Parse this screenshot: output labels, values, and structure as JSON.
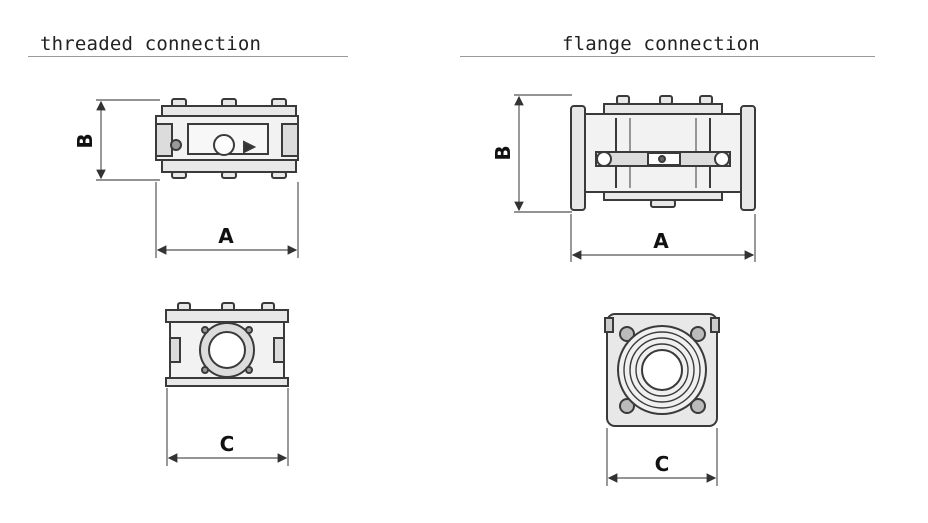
{
  "headings": {
    "threaded": "threaded connection",
    "flange": "flange connection"
  },
  "dimensions": {
    "threaded_length": "A",
    "threaded_height": "B",
    "threaded_width": "C",
    "flange_length": "A",
    "flange_height": "B",
    "flange_width": "C"
  },
  "colors": {
    "line": "#3a3a3a",
    "fill": "#e6e6e6",
    "dim": "#555555"
  }
}
